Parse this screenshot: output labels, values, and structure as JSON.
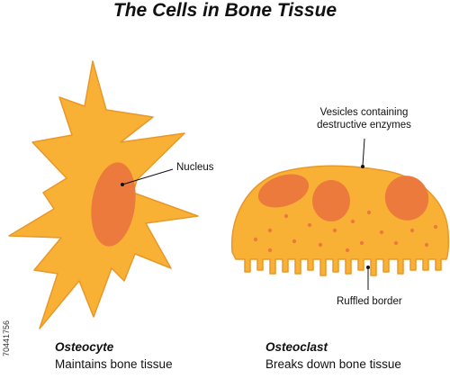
{
  "title": "The Cells in Bone Tissue",
  "colors": {
    "cell_fill": "#F8B135",
    "cell_edge": "#E8982A",
    "nucleus": "#EC7A3C",
    "leader": "#111111"
  },
  "osteocyte": {
    "name": "Osteocyte",
    "description": "Maintains bone tissue",
    "nucleus_label": "Nucleus"
  },
  "osteoclast": {
    "name": "Osteoclast",
    "description": "Breaks down bone tissue",
    "vesicles_label_line1": "Vesicles containing",
    "vesicles_label_line2": "destructive enzymes",
    "ruffled_border_label": "Ruffled border"
  },
  "stock_id": "70441756"
}
